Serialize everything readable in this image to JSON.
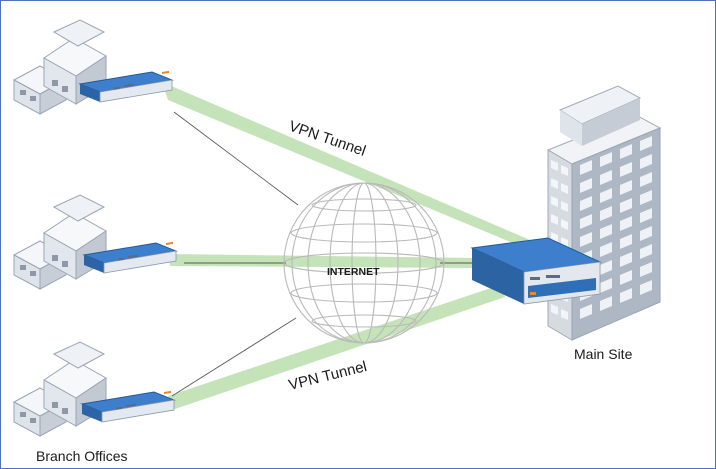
{
  "labels": {
    "vpn_tunnel_top": "VPN Tunnel",
    "vpn_tunnel_bottom": "VPN Tunnel",
    "internet": "INTERNET",
    "main_site": "Main Site",
    "branch_offices": "Branch Offices"
  },
  "colors": {
    "frame": "#4f73b8",
    "tunnel": "#bfe0b0",
    "building_light": "#e9edf2",
    "building_mid": "#c9d0da",
    "building_dark": "#9aa5b4",
    "device_blue": "#2f6fb8",
    "device_face": "#e7ecf3",
    "globe_line": "#b9b9b9"
  },
  "icons": [
    "branch-building-icon",
    "firewall-appliance-icon",
    "tower-building-icon",
    "internet-globe-icon"
  ]
}
